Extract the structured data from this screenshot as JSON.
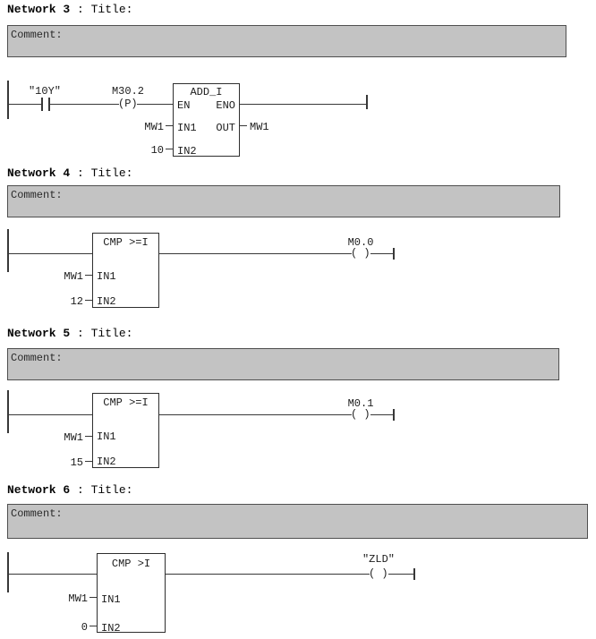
{
  "page": {
    "background": "#ffffff",
    "line_color": "#383838",
    "comment_fill": "#c3c3c3"
  },
  "networks": [
    {
      "name": "Network 3",
      "title_suffix": " : Title:",
      "comment": "Comment:",
      "contact_operand": "\"10Y\"",
      "edge_operand": "M30.2",
      "edge_symbol": "(P)",
      "box": {
        "title": "ADD_I",
        "en": "EN",
        "eno": "ENO",
        "in1": "IN1",
        "in2": "IN2",
        "out": "OUT",
        "in1_operand": "MW1",
        "in2_operand": "10",
        "out_operand": "MW1"
      }
    },
    {
      "name": "Network 4",
      "title_suffix": " : Title:",
      "comment": "Comment:",
      "box": {
        "title": "CMP >=I",
        "in1": "IN1",
        "in2": "IN2",
        "in1_operand": "MW1",
        "in2_operand": "12"
      },
      "coil": {
        "operand": "M0.0",
        "symbol": "( )"
      }
    },
    {
      "name": "Network 5",
      "title_suffix": " : Title:",
      "comment": "Comment:",
      "box": {
        "title": "CMP >=I",
        "in1": "IN1",
        "in2": "IN2",
        "in1_operand": "MW1",
        "in2_operand": "15"
      },
      "coil": {
        "operand": "M0.1",
        "symbol": "( )"
      }
    },
    {
      "name": "Network 6",
      "title_suffix": " : Title:",
      "comment": "Comment:",
      "box": {
        "title": "CMP >I",
        "in1": "IN1",
        "in2": "IN2",
        "in1_operand": "MW1",
        "in2_operand": "0"
      },
      "coil": {
        "operand": "\"ZLD\"",
        "symbol": "( )"
      }
    }
  ]
}
